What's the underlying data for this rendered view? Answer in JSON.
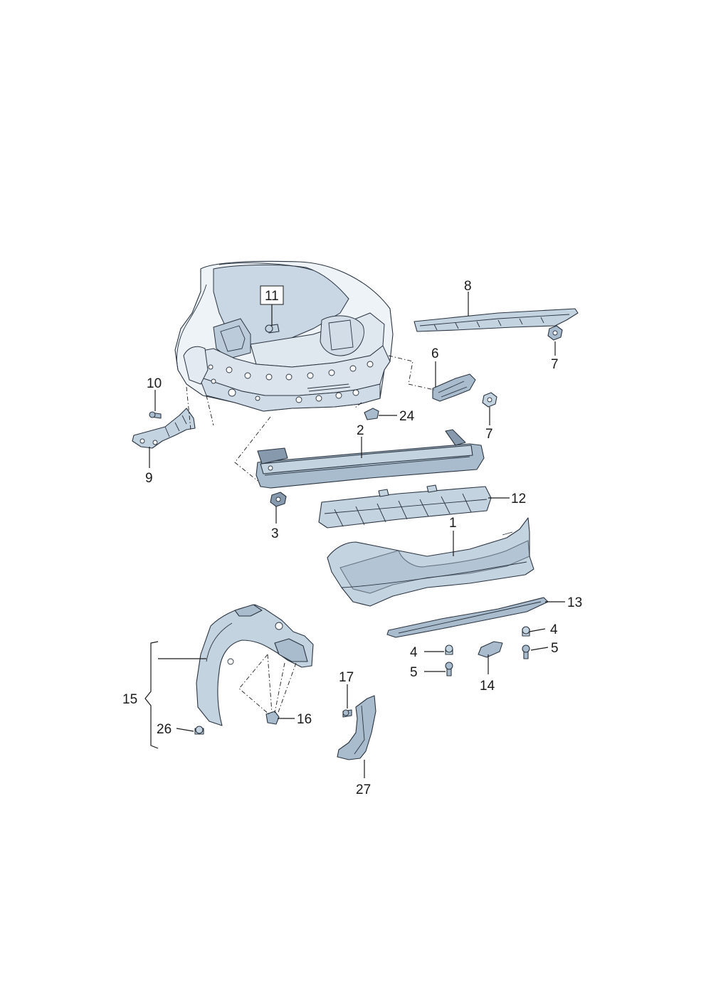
{
  "diagram": {
    "callouts": [
      {
        "id": "c1",
        "label": "1"
      },
      {
        "id": "c2",
        "label": "2"
      },
      {
        "id": "c3",
        "label": "3"
      },
      {
        "id": "c4a",
        "label": "4"
      },
      {
        "id": "c4b",
        "label": "4"
      },
      {
        "id": "c5a",
        "label": "5"
      },
      {
        "id": "c5b",
        "label": "5"
      },
      {
        "id": "c6",
        "label": "6"
      },
      {
        "id": "c7a",
        "label": "7"
      },
      {
        "id": "c7b",
        "label": "7"
      },
      {
        "id": "c8",
        "label": "8"
      },
      {
        "id": "c9",
        "label": "9"
      },
      {
        "id": "c10",
        "label": "10"
      },
      {
        "id": "c11",
        "label": "11"
      },
      {
        "id": "c12",
        "label": "12"
      },
      {
        "id": "c13",
        "label": "13"
      },
      {
        "id": "c14",
        "label": "14"
      },
      {
        "id": "c15",
        "label": "15"
      },
      {
        "id": "c16",
        "label": "16"
      },
      {
        "id": "c17",
        "label": "17"
      },
      {
        "id": "c24",
        "label": "24"
      },
      {
        "id": "c26",
        "label": "26"
      },
      {
        "id": "c27",
        "label": "27"
      }
    ]
  }
}
